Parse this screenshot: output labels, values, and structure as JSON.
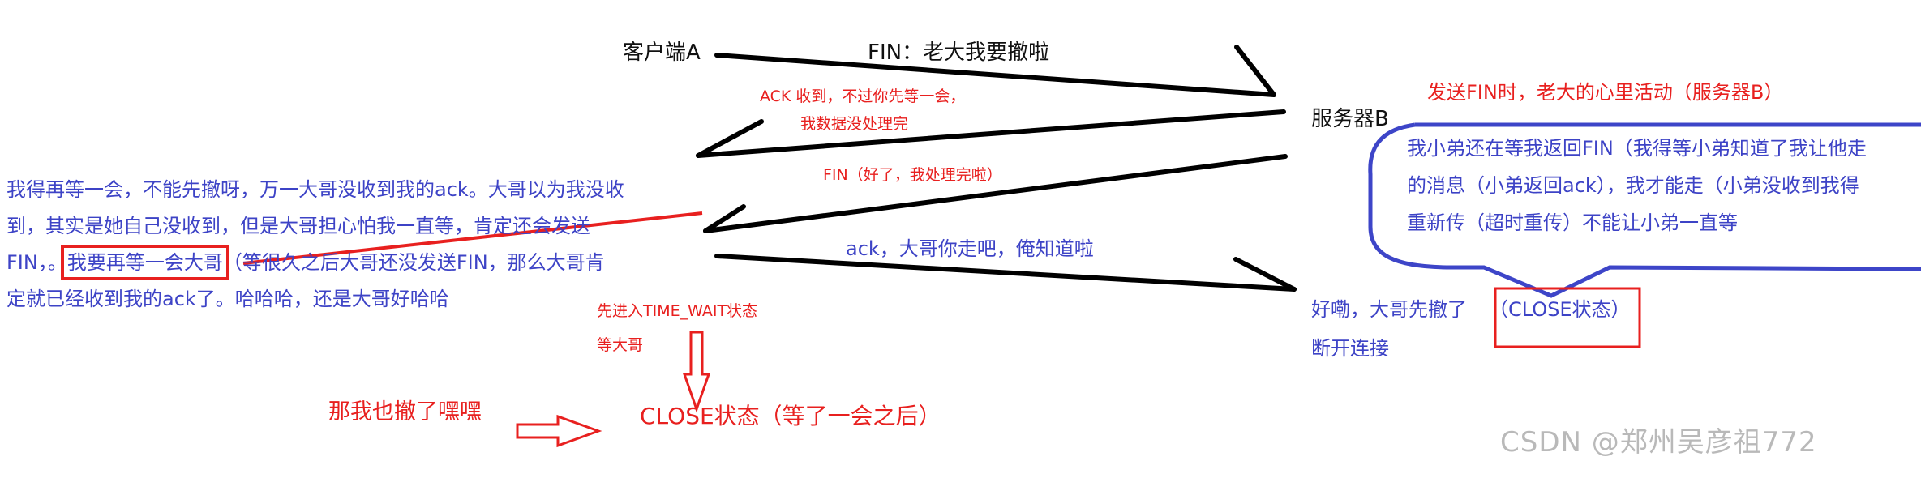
{
  "nodes": {
    "client": "客户端A",
    "server": "服务器B"
  },
  "messages": {
    "fin1": "FIN：老大我要撤啦",
    "ack1_line1": "ACK 收到，不过你先等一会，",
    "ack1_line2": "我数据没处理完",
    "fin2": "FIN（好了，我处理完啦）",
    "ack2": "ack，大哥你走吧，俺知道啦"
  },
  "server_thoughts": {
    "title": "发送FIN时，老大的心里活动（服务器B）",
    "lines": [
      "我小弟还在等我返回FIN（我得等小弟知道了我让他走",
      "的消息（小弟返回ack），我才能走（小弟没收到我得",
      "重新传（超时重传）不能让小弟一直等"
    ]
  },
  "client_thoughts": {
    "line1": "我得再等一会，不能先撤呀，万一大哥没收到我的ack。大哥以为我没收",
    "line2": "到，其实是她自己没收到，但是大哥担心怕我一直等，肯定还会发送",
    "line3_pre": "FIN，。",
    "line3_boxed": "我要再等一会大哥",
    "line3_post": "（等很久之后大哥还没发送FIN，那么大哥肯",
    "line4": "定就已经收到我的ack了。哈哈哈，还是大哥好哈哈"
  },
  "server_close": {
    "line1": "好嘞，大哥先撤了",
    "state": "（CLOSE状态）",
    "line2": "断开连接"
  },
  "client_close": {
    "time_wait_line1": "先进入TIME_WAIT状态",
    "time_wait_line2": "等大哥",
    "leave": "那我也撤了嘿嘿",
    "state": "CLOSE状态（等了一会之后）"
  },
  "watermark": "CSDN @郑州吴彦祖772",
  "colors": {
    "red": "#e8201f",
    "blue": "#3d43c6",
    "black": "#111111"
  }
}
